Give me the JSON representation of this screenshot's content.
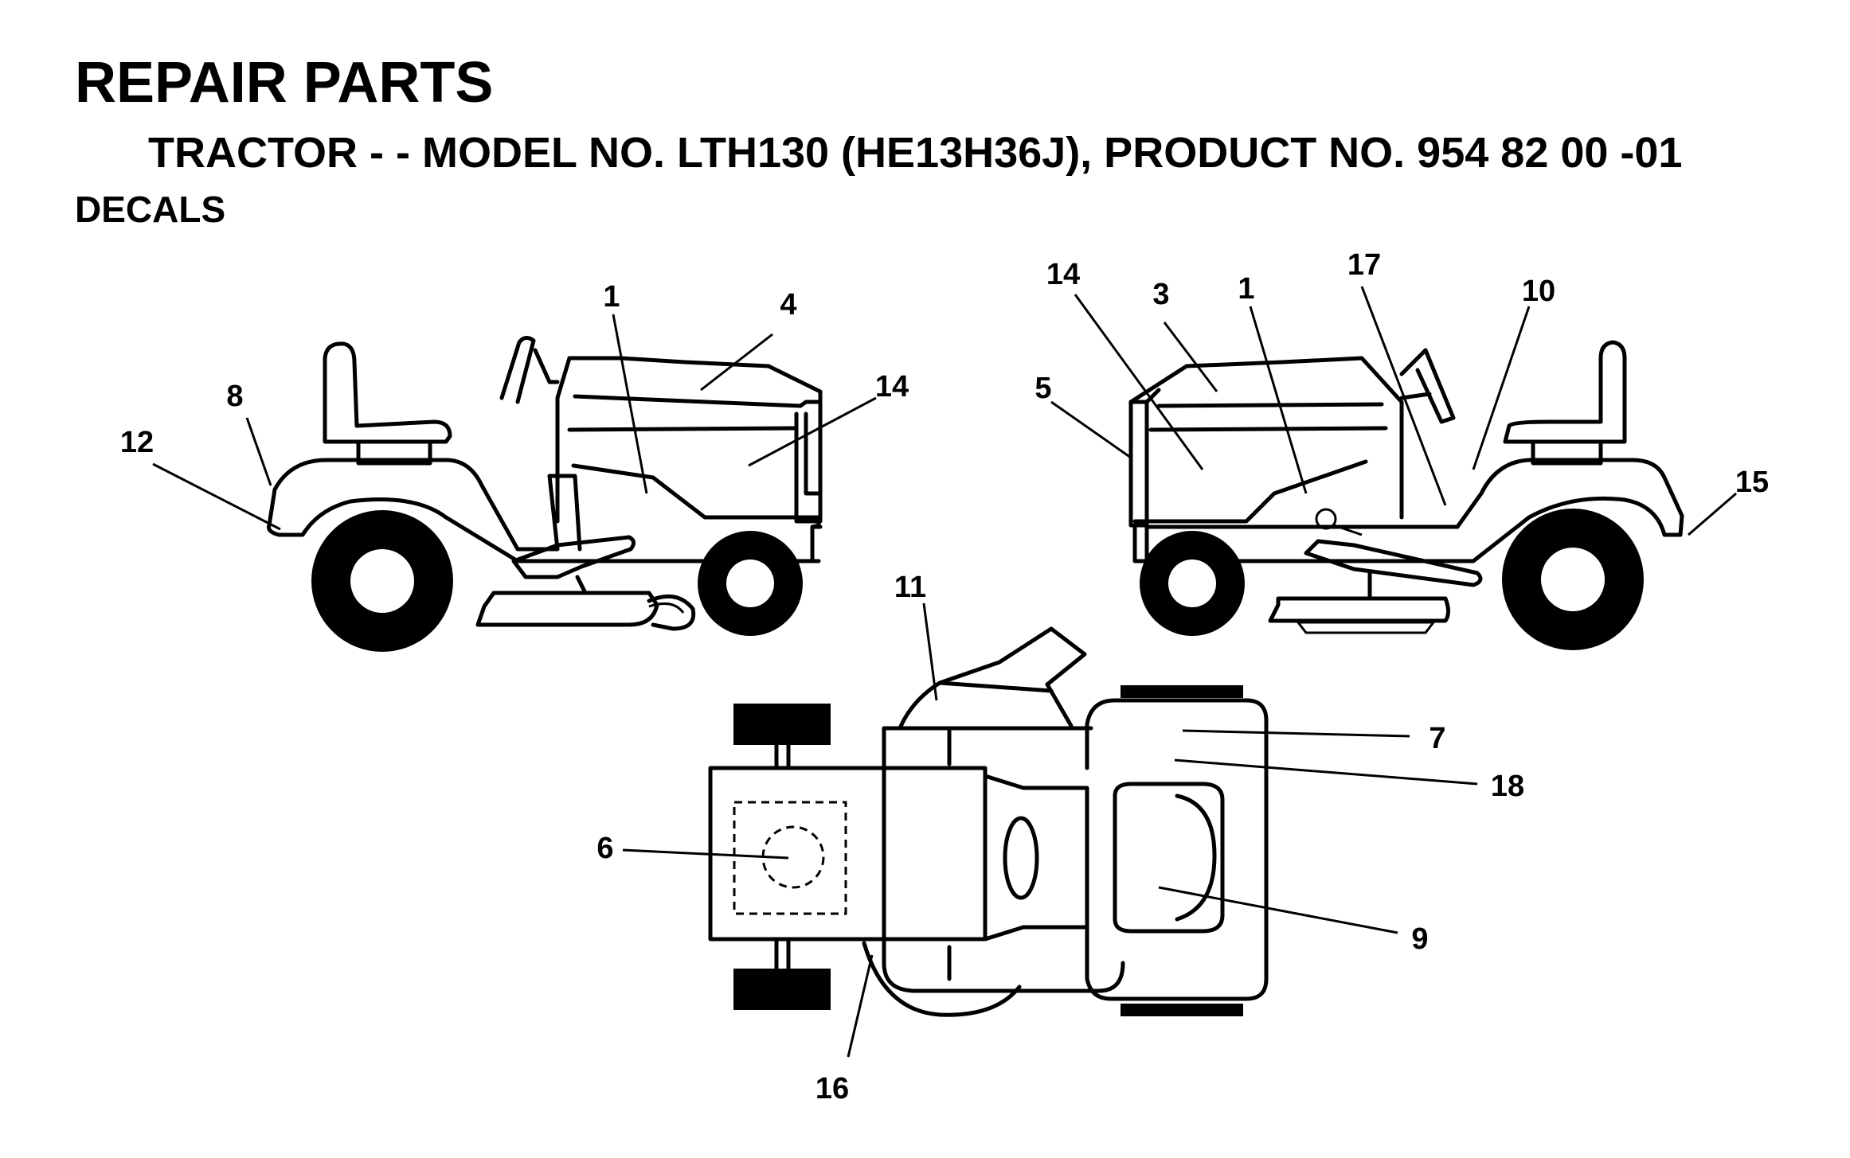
{
  "header": {
    "title": "REPAIR PARTS",
    "subtitle": "TRACTOR - - MODEL NO. LTH130 (HE13H36J),  PRODUCT NO. 954 82 00 -01",
    "section": "DECALS"
  },
  "callouts": {
    "left_view": [
      "1",
      "4",
      "8",
      "12",
      "14"
    ],
    "right_view": [
      "14",
      "3",
      "1",
      "17",
      "10",
      "5",
      "15"
    ],
    "top_view": [
      "11",
      "7",
      "18",
      "6",
      "9",
      "16"
    ]
  }
}
